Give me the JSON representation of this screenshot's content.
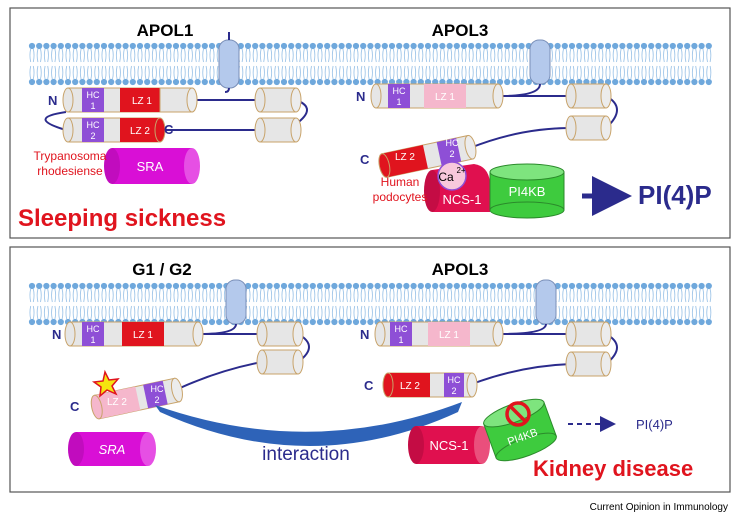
{
  "colors": {
    "lipid_head": "#6fa8dc",
    "lipid_tail": "#9fc5e8",
    "cyl_body": "#e6e6e6",
    "cyl_edge": "#c8a36a",
    "hc_purple": "#8e4fd6",
    "lz_red": "#e0141e",
    "lz_pink": "#f5b7cc",
    "sra_magenta": "#d90fd6",
    "ncs_crimson": "#e0104f",
    "pi4kb_green": "#3ecb3e",
    "arrow_navy": "#2b2b8c",
    "alert_red": "#e0141e",
    "interaction_blue": "#2e63b8"
  },
  "top_panel": {
    "apol1_title": "APOL1",
    "apol3_title": "APOL3",
    "apol1": {
      "n_label": "N",
      "c_label": "C",
      "hc1": [
        "HC",
        "1"
      ],
      "lz1": "LZ 1",
      "hc2": [
        "HC",
        "2"
      ],
      "lz2": "LZ 2"
    },
    "apol3": {
      "n_label": "N",
      "c_label": "C",
      "hc1": [
        "HC",
        "1"
      ],
      "lz1": "LZ 1",
      "hc2": [
        "HC",
        "2"
      ],
      "lz2": "LZ 2"
    },
    "sra": "SRA",
    "trypanosoma": [
      "Trypanosoma",
      "rhodesiense"
    ],
    "ca": "Ca",
    "ca_sup": "2+",
    "podocytes": [
      "Human",
      "podocytes"
    ],
    "ncs1": "NCS-1",
    "pi4kb": "PI4KB",
    "pi4p": "PI(4)P",
    "disease": "Sleeping sickness"
  },
  "bottom_panel": {
    "g1g2_title": "G1 / G2",
    "apol3_title": "APOL3",
    "g1g2": {
      "n_label": "N",
      "c_label": "C",
      "hc1": [
        "HC",
        "1"
      ],
      "lz1": "LZ 1",
      "hc2": [
        "HC",
        "2"
      ],
      "lz2": "LZ 2"
    },
    "apol3": {
      "n_label": "N",
      "c_label": "C",
      "hc1": [
        "HC",
        "1"
      ],
      "lz1": "LZ 1",
      "hc2": [
        "HC",
        "2"
      ],
      "lz2": "LZ 2"
    },
    "sra": "SRA",
    "interaction": "interaction",
    "ncs1": "NCS-1",
    "pi4kb": "PI4KB",
    "pi4p": "PI(4)P",
    "disease": "Kidney disease"
  },
  "footer": "Current Opinion in Immunology"
}
